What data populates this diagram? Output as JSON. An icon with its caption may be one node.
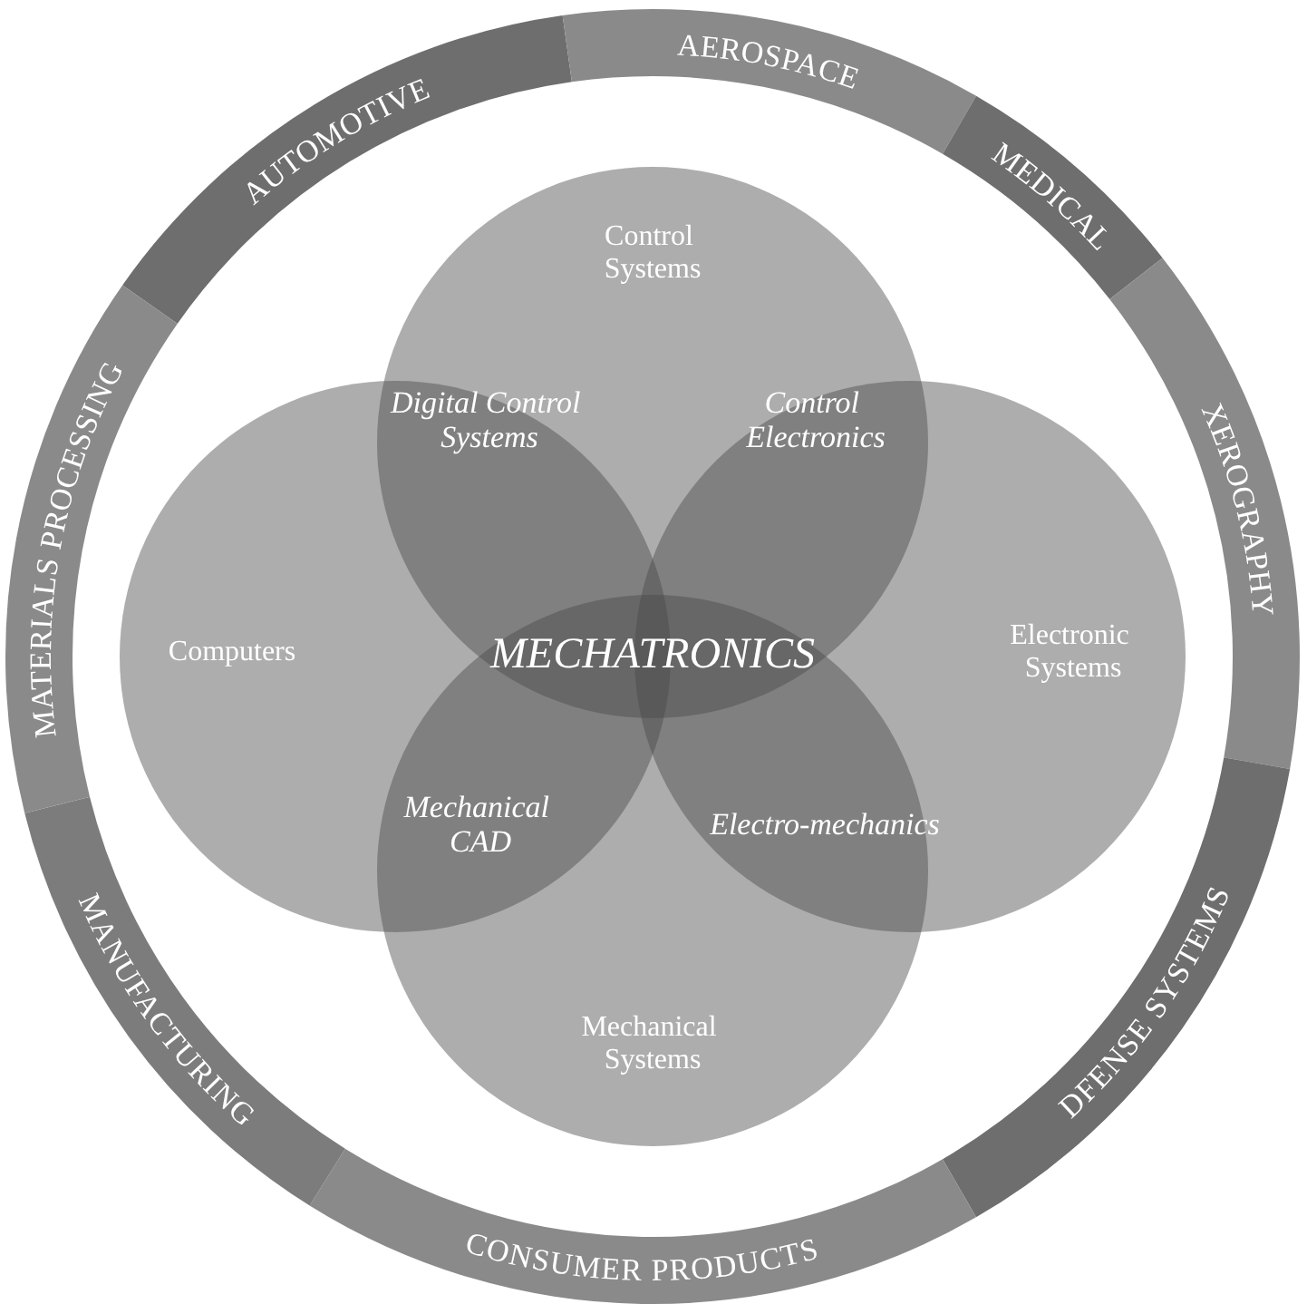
{
  "diagram": {
    "nodes": [
      {
        "text": [
          "AUTOMOTIVE"
        ]
      },
      {
        "text": [
          "AEROSPACE"
        ]
      },
      {
        "text": [
          "MEDICAL"
        ]
      },
      {
        "text": [
          "XEROGRAPHY"
        ]
      },
      {
        "text": [
          "DFENSE SYSTEMS"
        ]
      },
      {
        "text": [
          "CONSUMER PRODUCTS"
        ]
      },
      {
        "text": [
          "MANUFACTURING"
        ]
      },
      {
        "text": [
          "MATERIALS PROCESSING"
        ]
      },
      {
        "text": [
          "Control Systems"
        ]
      },
      {
        "text": [
          "Computers"
        ]
      },
      {
        "text": [
          "Electronic Systems"
        ]
      },
      {
        "text": [
          "Mechanical Systems"
        ]
      }
    ],
    "labels": [
      "Digital Control Systems",
      "Control Electronics",
      "MECHATRONICS",
      "Mechanical CAD",
      "Electro-mechanics"
    ]
  }
}
